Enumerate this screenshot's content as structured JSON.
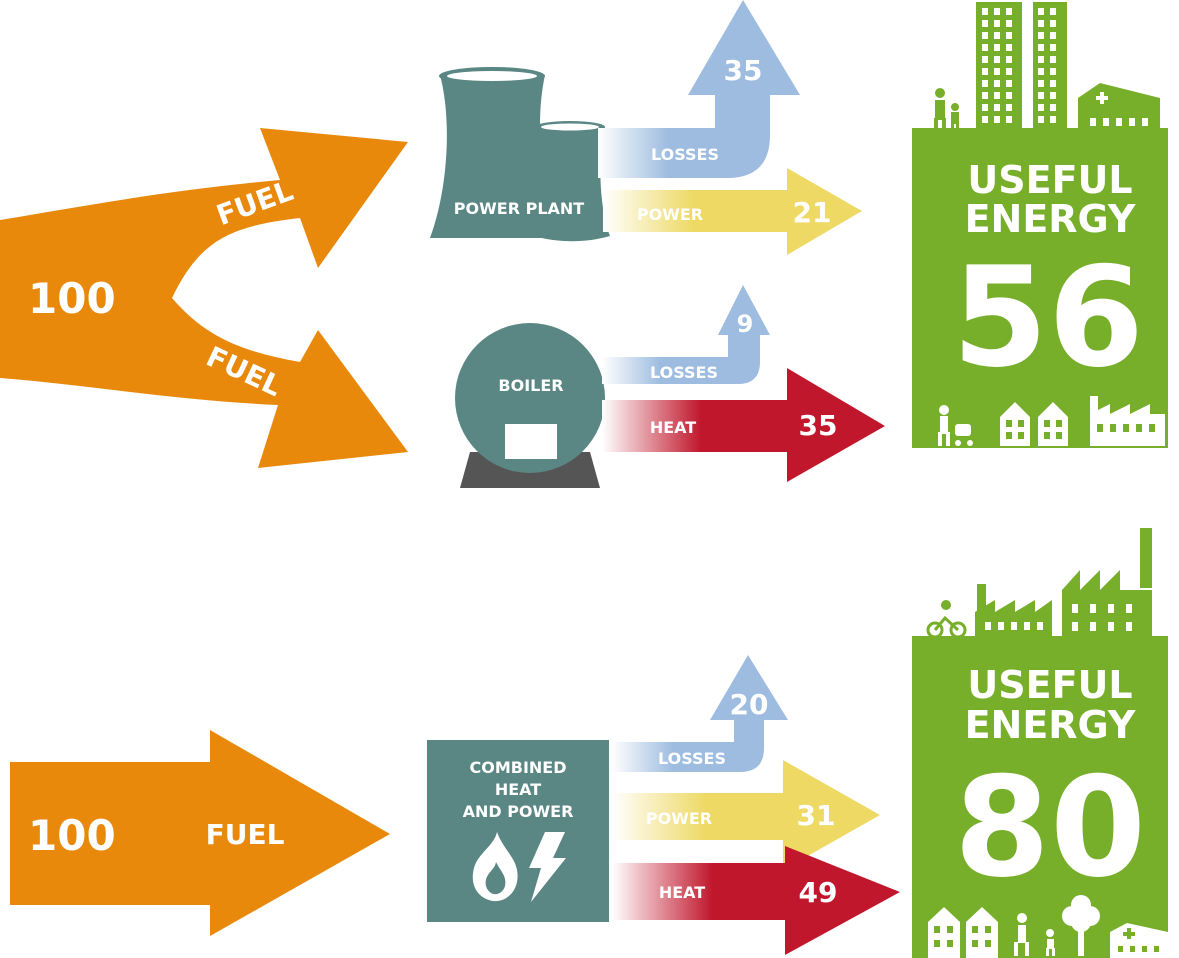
{
  "colors": {
    "fuel": "#E8890C",
    "losses": "#9DBCE0",
    "power": "#EED964",
    "heat": "#C0172C",
    "plant": "#5A8783",
    "useful": "#77AE2A",
    "boiler_base": "#555555"
  },
  "top_system": {
    "fuel_total": "100",
    "fuel_label_upper": "FUEL",
    "fuel_label_lower": "FUEL",
    "power_plant": {
      "label": "POWER PLANT",
      "losses_label": "LOSSES",
      "losses_value": "35",
      "power_label": "POWER",
      "power_value": "21"
    },
    "boiler": {
      "label": "BOILER",
      "losses_label": "LOSSES",
      "losses_value": "9",
      "heat_label": "HEAT",
      "heat_value": "35"
    },
    "useful": {
      "line1": "USEFUL",
      "line2": "ENERGY",
      "value": "56"
    }
  },
  "bottom_system": {
    "fuel_total": "100",
    "fuel_label": "FUEL",
    "chp": {
      "label_line1": "COMBINED",
      "label_line2": "HEAT",
      "label_line3": "AND POWER",
      "icons": [
        "flame-icon",
        "lightning-icon"
      ],
      "losses_label": "LOSSES",
      "losses_value": "20",
      "power_label": "POWER",
      "power_value": "31",
      "heat_label": "HEAT",
      "heat_value": "49"
    },
    "useful": {
      "line1": "USEFUL",
      "line2": "ENERGY",
      "value": "80"
    }
  }
}
